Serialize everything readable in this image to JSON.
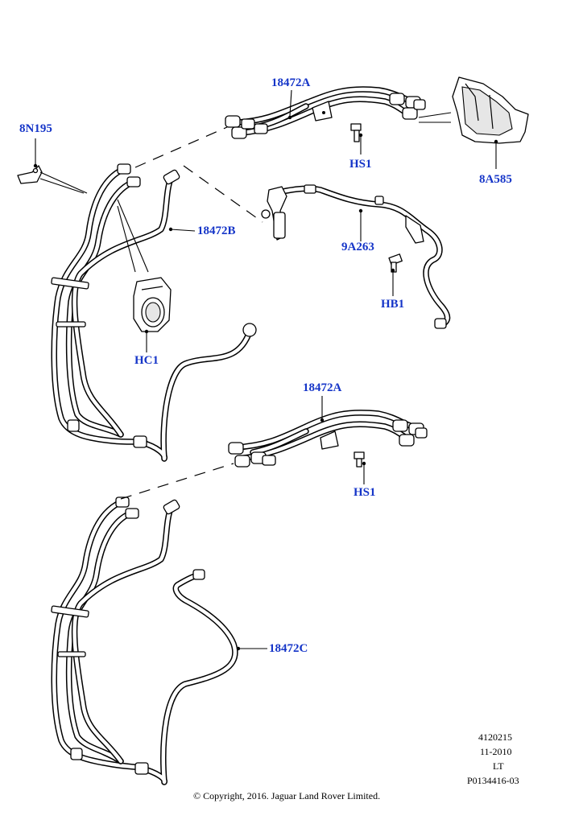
{
  "callouts": {
    "c_18472A_top": "18472A",
    "c_8N195": "8N195",
    "c_HS1_top": "HS1",
    "c_8A585": "8A585",
    "c_18472B": "18472B",
    "c_9A263": "9A263",
    "c_HB1": "HB1",
    "c_HC1": "HC1",
    "c_18472A_mid": "18472A",
    "c_HS1_mid": "HS1",
    "c_18472C": "18472C"
  },
  "footer": {
    "ref_number": "4120215",
    "date": "11-2010",
    "lang": "LT",
    "doc_code": "P0134416-03",
    "copyright": "© Copyright, 2016. Jaguar Land Rover Limited."
  },
  "colors": {
    "callout": "#1535c8",
    "line": "#000000",
    "background": "#ffffff"
  }
}
